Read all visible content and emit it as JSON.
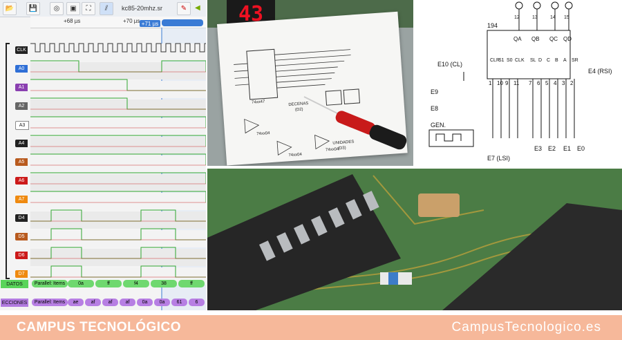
{
  "logic_analyzer": {
    "file_name": "kc85-20mhz.sr",
    "ruler": {
      "t1": "+68 µs",
      "t2": "+70 µs",
      "cursor": "+71 µs"
    },
    "channels": [
      {
        "label": "CLK",
        "color": "#222222"
      },
      {
        "label": "A0",
        "color": "#2f6fd6"
      },
      {
        "label": "A1",
        "color": "#8a3fb0"
      },
      {
        "label": "A2",
        "color": "#666666"
      },
      {
        "label": "A3",
        "color": "#ffffff"
      },
      {
        "label": "A4",
        "color": "#222222"
      },
      {
        "label": "A5",
        "color": "#b85a1e"
      },
      {
        "label": "A6",
        "color": "#cc1a1a"
      },
      {
        "label": "A7",
        "color": "#ef8a10"
      },
      {
        "label": "D4",
        "color": "#222222"
      },
      {
        "label": "D5",
        "color": "#b85a1e"
      },
      {
        "label": "D6",
        "color": "#cc1a1a"
      },
      {
        "label": "D7",
        "color": "#ef8a10"
      }
    ],
    "datos": {
      "label": "DATOS",
      "items": [
        "Parallel: Items",
        "0a",
        "ff",
        "f4",
        "38",
        "ff"
      ]
    },
    "direcciones": {
      "label": "ECCIONES",
      "items": [
        "Parallel: Items",
        "ae",
        "af",
        "af",
        "af",
        "0a",
        "0a",
        "61",
        "6"
      ]
    }
  },
  "board_photo": {
    "display": "43",
    "schematic_labels": [
      "DECENAS",
      "(D2)",
      "UNIDADES",
      "(D3)",
      "74xx47",
      "74xx04",
      "74xx04",
      "74xx04"
    ]
  },
  "schematic": {
    "chip": "194",
    "pins_top": [
      "12",
      "13",
      "14",
      "15"
    ],
    "pins_label": [
      "QA",
      "QB",
      "QC",
      "QD"
    ],
    "inputs": [
      "E10 (CL)",
      "E9",
      "E8",
      "GEN.",
      "E7 (LSI)",
      "E4 (RSI)"
    ],
    "bottom": [
      "E3",
      "E2",
      "E1",
      "E0"
    ],
    "pin_labels": [
      "CLR",
      "S1",
      "S0",
      "CLK",
      "SL",
      "D",
      "C",
      "B",
      "A",
      "SR"
    ],
    "pin_numbers": [
      "1",
      "10",
      "9",
      "11",
      "7",
      "6",
      "5",
      "4",
      "3",
      "2"
    ]
  },
  "footer": {
    "left": "CAMPUS TECNOLÓGICO",
    "right": "CampusTecnologico.es"
  }
}
